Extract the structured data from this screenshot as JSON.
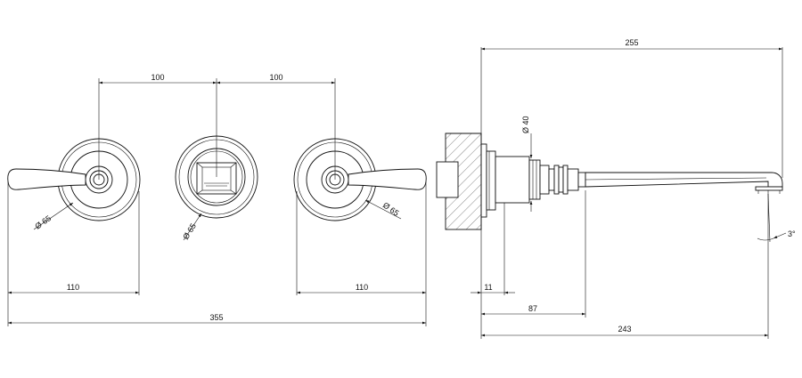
{
  "dimensions": {
    "spacing_left": "100",
    "spacing_right": "100",
    "handle_left": "110",
    "handle_right": "110",
    "overall_width": "355",
    "diam_left": "Ø 65",
    "diam_center": "Ø 65",
    "diam_right": "Ø 65",
    "spout_length": "255",
    "diam_body": "Ø 40",
    "wall_offset": "11",
    "body_depth": "87",
    "spout_projection": "243",
    "spout_angle": "3°"
  }
}
